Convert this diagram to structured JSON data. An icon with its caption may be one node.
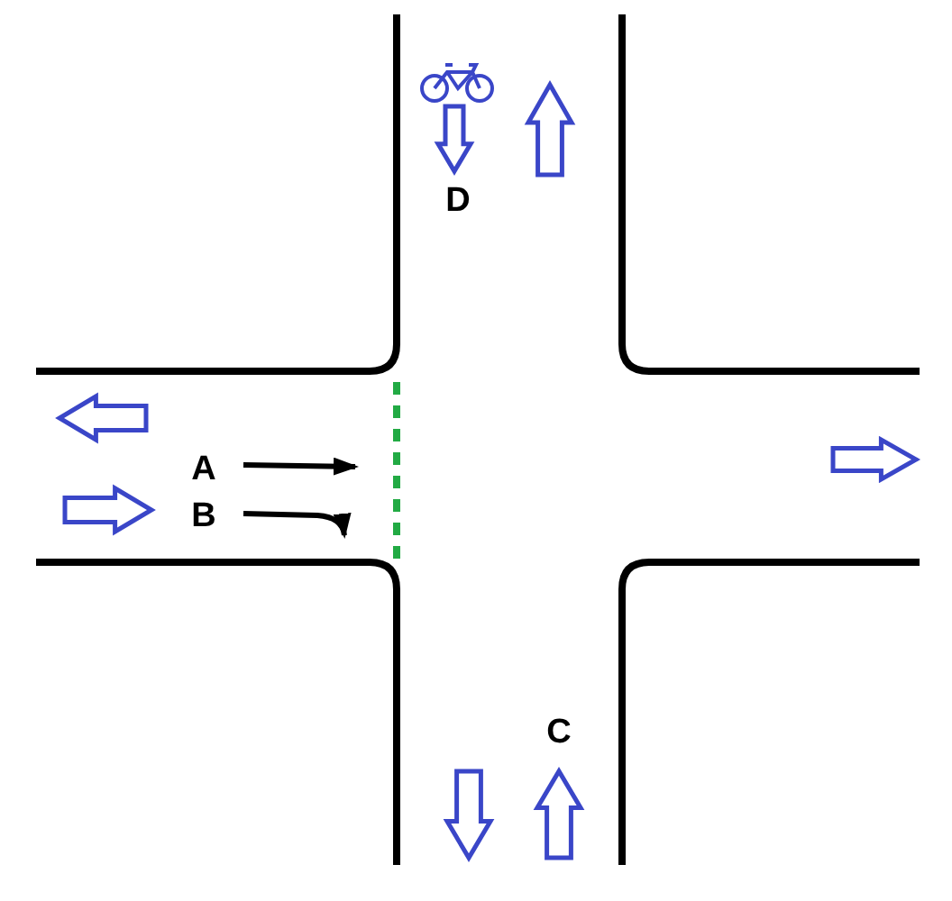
{
  "diagram": {
    "labels": [
      "D",
      "A",
      "B",
      "C"
    ]
  }
}
